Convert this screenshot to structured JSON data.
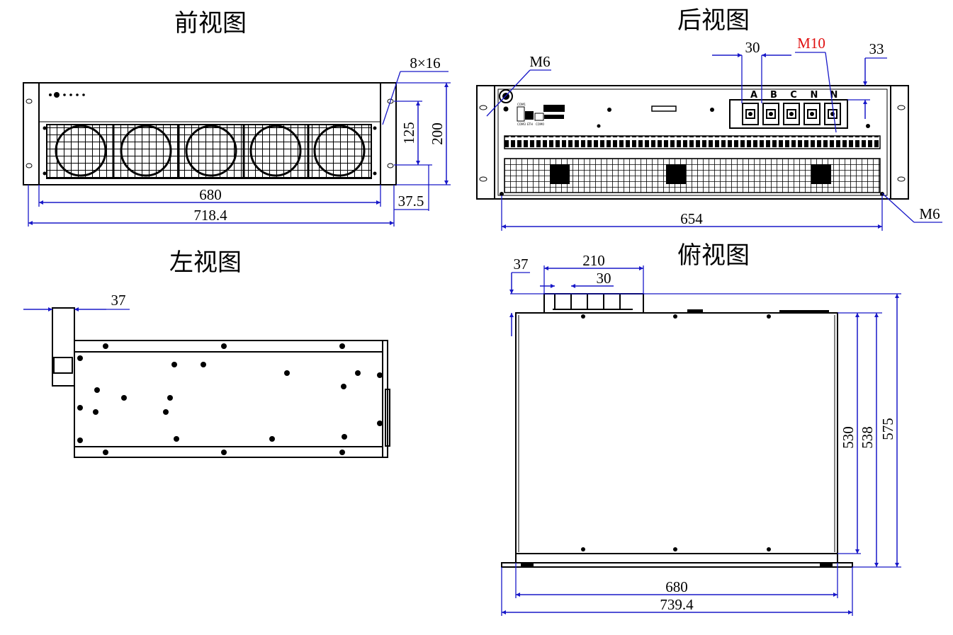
{
  "views": {
    "front": {
      "title": "前视图",
      "dims": {
        "mount_hole": "8×16",
        "hole_spacing": "125",
        "height": "200",
        "width_inner": "680",
        "width_total": "718.4",
        "ear_offset": "37.5"
      }
    },
    "rear": {
      "title": "后视图",
      "dims": {
        "terminal_pitch": "30",
        "terminal_bolt": "M10",
        "edge_offset": "33",
        "ground_bolt_top": "M6",
        "ground_bolt_bottom": "M6",
        "width": "654"
      },
      "terminals": [
        "A",
        "B",
        "C",
        "N",
        "N"
      ],
      "port_labels": {
        "com1": "COM1",
        "com3": "COM3",
        "eth": "ETH",
        "com0": "COM0"
      }
    },
    "left": {
      "title": "左视图",
      "dims": {
        "terminal_protrusion": "37"
      }
    },
    "top": {
      "title": "俯视图",
      "dims": {
        "protrusion": "37",
        "terminal_block_width": "210",
        "terminal_pitch": "30",
        "depth_body": "530",
        "depth_mid": "538",
        "depth_total": "575",
        "width_body": "680",
        "width_total": "739.4"
      }
    }
  },
  "colors": {
    "dimension": "#1818c8",
    "highlight": "#e01010",
    "drawing": "#000000"
  }
}
